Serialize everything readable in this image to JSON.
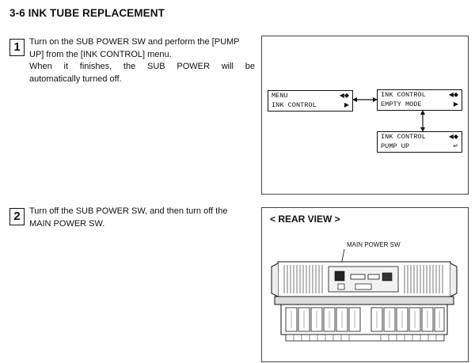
{
  "title": "3-6 INK TUBE REPLACEMENT",
  "steps": [
    {
      "number": "1",
      "line1": "Turn on the SUB POWER SW and perform the [PUMP",
      "line2": "UP] from the [INK CONTROL] menu.",
      "line3": "When it finishes, the SUB POWER will be",
      "line4": "automatically turned off."
    },
    {
      "number": "2",
      "line1": "Turn off the SUB POWER SW, and then turn off the",
      "line2": "MAIN POWER SW."
    }
  ],
  "lcd": {
    "menu": {
      "line1": "MENU",
      "line2": "INK CONTROL",
      "glyph1": "◀◆",
      "glyph2": "▶"
    },
    "ink_empty": {
      "line1": "INK CONTROL",
      "line2": "EMPTY MODE",
      "glyph1": "◀◆",
      "glyph2": "▶"
    },
    "ink_pump": {
      "line1": "INK CONTROL",
      "line2": "PUMP UP",
      "glyph1": "◀◆",
      "glyph2": "↵"
    }
  },
  "rear": {
    "title": "< REAR VIEW >",
    "callout": "MAIN POWER SW"
  }
}
